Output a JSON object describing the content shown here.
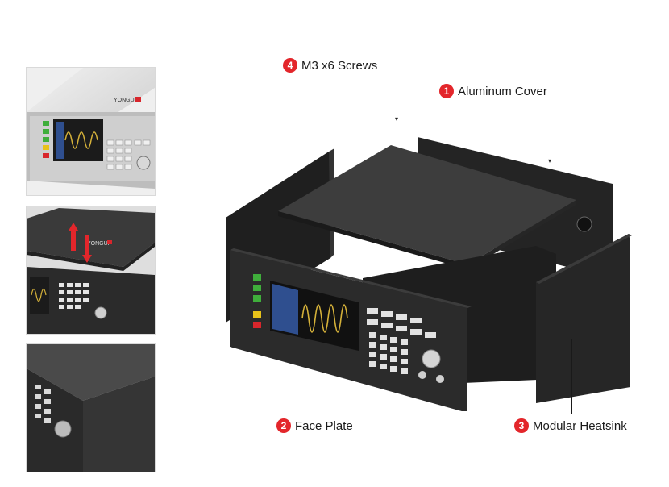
{
  "brand": "YONGUI",
  "callouts": {
    "screws": {
      "number": "4",
      "label": "M3 x6 Screws"
    },
    "cover": {
      "number": "1",
      "label": "Aluminum Cover"
    },
    "face_plate": {
      "number": "2",
      "label": "Face Plate"
    },
    "heatsink": {
      "number": "3",
      "label": "Modular Heatsink"
    }
  },
  "colors": {
    "badge": "#e3262b",
    "panel_dark": "#2b2b2b",
    "button_green": "#3fae3b",
    "button_yellow": "#e8c21a",
    "button_red": "#d8262c",
    "screen_blue": "#2f4f8f",
    "waveform": "#d6b23a"
  }
}
